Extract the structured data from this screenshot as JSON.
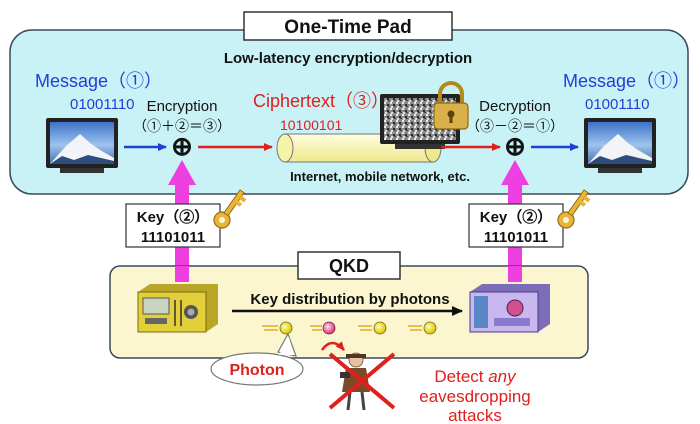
{
  "otp": {
    "title": "One-Time Pad",
    "subtitle": "Low-latency encryption/decryption",
    "colors": {
      "panel_fill": "#c9f2f7",
      "panel_stroke": "#3b4a5a"
    }
  },
  "left_message": {
    "label": "Message（①）",
    "bits": "01001110"
  },
  "right_message": {
    "label": "Message（①）",
    "bits": "01001110"
  },
  "encryption": {
    "label": "Encryption",
    "formula": "（①＋②＝③）"
  },
  "decryption": {
    "label": "Decryption",
    "formula": "（③－②＝①）"
  },
  "ciphertext": {
    "label": "Ciphertext（③）",
    "bits": "10100101"
  },
  "channel_label": "Internet, mobile network, etc.",
  "left_key": {
    "label": "Key（②）",
    "bits": "11101011"
  },
  "right_key": {
    "label": "Key（②）",
    "bits": "11101011"
  },
  "xor_symbol": "⊕",
  "qkd": {
    "title": "QKD",
    "distribution_label": "Key distribution by photons",
    "colors": {
      "panel_fill": "#fbf6cf",
      "panel_stroke": "#3b4a5a"
    }
  },
  "photon_callout": "Photon",
  "detect": {
    "line1_pre": "Detect ",
    "line1_em": "any",
    "line2": "eavesdropping",
    "line3": "attacks"
  },
  "colors": {
    "blue_text": "#1f3fd6",
    "red_text": "#e0201c",
    "magenta_arrow": "#ee3fe0",
    "arrow_blue": "#1f3fd6",
    "arrow_red": "#e0201c",
    "tube": "#f5f3a8"
  },
  "icons": [
    "monitor-icon",
    "lock-icon",
    "key-icon",
    "transmitter-device-icon",
    "receiver-device-icon",
    "photon-icon",
    "eavesdropper-icon",
    "cross-mark-icon"
  ]
}
